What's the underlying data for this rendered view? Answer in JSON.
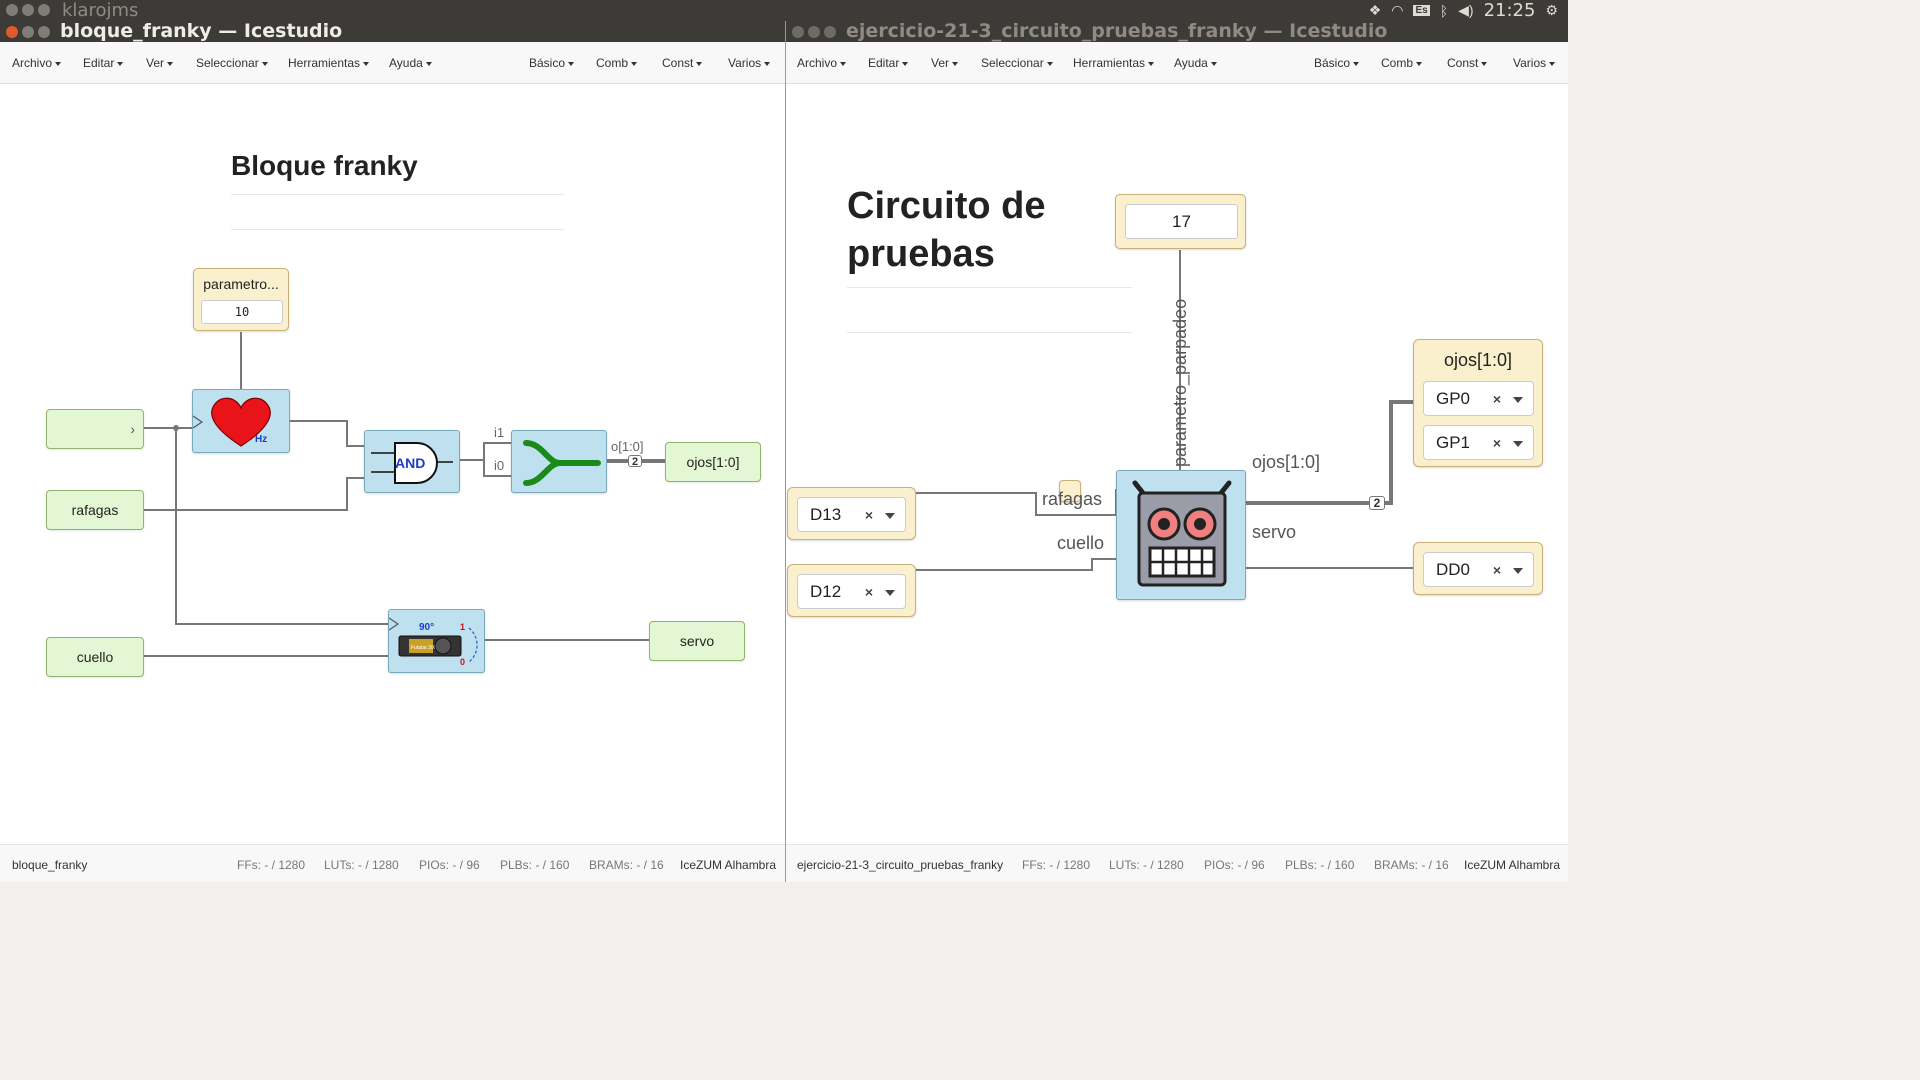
{
  "desktop": {
    "top_title": "klarojms",
    "clock": "21:25",
    "keyboard_layout": "Es"
  },
  "left_window": {
    "title": "bloque_franky — Icestudio",
    "menu": {
      "archivo": "Archivo",
      "editar": "Editar",
      "ver": "Ver",
      "seleccionar": "Seleccionar",
      "herramientas": "Herramientas",
      "ayuda": "Ayuda",
      "basico": "Básico",
      "comb": "Comb",
      "const": "Const",
      "varios": "Varios"
    },
    "canvas": {
      "heading": "Bloque franky",
      "constant_name": "parametro...",
      "constant_value": "10",
      "input_clock_label": "",
      "input_rafagas": "rafagas",
      "input_cuello": "cuello",
      "output_ojos": "ojos[1:0]",
      "output_servo": "servo",
      "heart_block_icon": "heart-hz-icon",
      "heart_hz_text": "Hz",
      "and_label": "AND",
      "join_port_i1": "i1",
      "join_port_i0": "i0",
      "join_port_out": "o[1:0]",
      "bus_width": "2",
      "servo_angle": "90°",
      "servo_one": "1",
      "servo_zero": "0",
      "servo_brand": "Futaba 3003"
    },
    "status": {
      "name": "bloque_franky",
      "ffs": "FFs:  - / 1280",
      "luts": "LUTs:  - / 1280",
      "pios": "PIOs:  - / 96",
      "plbs": "PLBs:  - / 160",
      "brams": "BRAMs:  - / 16",
      "board": "IceZUM Alhambra"
    }
  },
  "right_window": {
    "title": "ejercicio-21-3_circuito_pruebas_franky — Icestudio",
    "menu": {
      "archivo": "Archivo",
      "editar": "Editar",
      "ver": "Ver",
      "seleccionar": "Seleccionar",
      "herramientas": "Herramientas",
      "ayuda": "Ayuda",
      "basico": "Básico",
      "comb": "Comb",
      "const": "Const",
      "varios": "Varios"
    },
    "canvas": {
      "heading_line1": "Circuito de",
      "heading_line2": "pruebas",
      "constant_value": "17",
      "param_label": "parametro_parpadeo",
      "pin_d13": "D13",
      "pin_d12": "D12",
      "port_rafagas": "rafagas",
      "port_cuello": "cuello",
      "port_ojos": "ojos[1:0]",
      "port_servo": "servo",
      "output_group_title": "ojos[1:0]",
      "pin_gp0": "GP0",
      "pin_gp1": "GP1",
      "pin_dd0": "DD0",
      "bus_width": "2",
      "clear_glyph": "×",
      "robot_icon": "robot-face-icon"
    },
    "status": {
      "name": "ejercicio-21-3_circuito_pruebas_franky",
      "ffs": "FFs:  - / 1280",
      "luts": "LUTs:  - / 1280",
      "pios": "PIOs:  - / 96",
      "plbs": "PLBs:  - / 160",
      "brams": "BRAMs:  - / 16",
      "board": "IceZUM Alhambra"
    }
  }
}
